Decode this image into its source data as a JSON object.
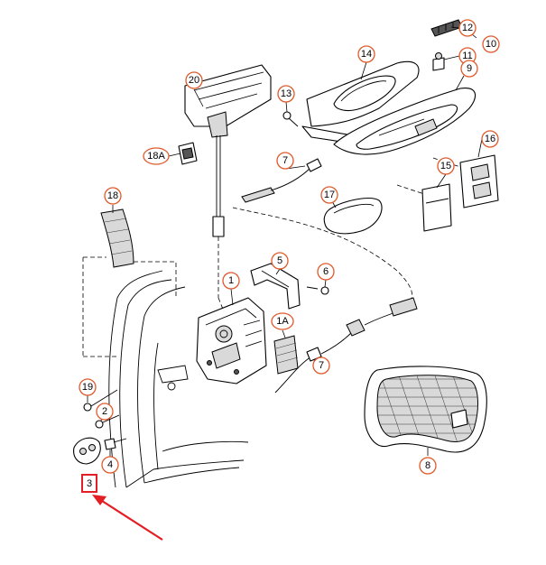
{
  "diagram": {
    "callouts": [
      {
        "id": "c20",
        "label": "20"
      },
      {
        "id": "c18a",
        "label": "18A"
      },
      {
        "id": "c13",
        "label": "13"
      },
      {
        "id": "c14",
        "label": "14"
      },
      {
        "id": "c12",
        "label": "12"
      },
      {
        "id": "c10",
        "label": "10"
      },
      {
        "id": "c11",
        "label": "11"
      },
      {
        "id": "c9",
        "label": "9"
      },
      {
        "id": "c16",
        "label": "16"
      },
      {
        "id": "c15",
        "label": "15"
      },
      {
        "id": "c7a",
        "label": "7"
      },
      {
        "id": "c17",
        "label": "17"
      },
      {
        "id": "c18",
        "label": "18"
      },
      {
        "id": "c5",
        "label": "5"
      },
      {
        "id": "c6",
        "label": "6"
      },
      {
        "id": "c1",
        "label": "1"
      },
      {
        "id": "c1a",
        "label": "1A"
      },
      {
        "id": "c7b",
        "label": "7"
      },
      {
        "id": "c19",
        "label": "19"
      },
      {
        "id": "c2",
        "label": "2"
      },
      {
        "id": "c4",
        "label": "4"
      },
      {
        "id": "c8",
        "label": "8"
      },
      {
        "id": "c3",
        "label": "3"
      }
    ],
    "highlight": {
      "label": "3"
    },
    "colors": {
      "callout_ring": "#e05a2b",
      "highlight": "#e31e24",
      "line": "#000000"
    }
  }
}
